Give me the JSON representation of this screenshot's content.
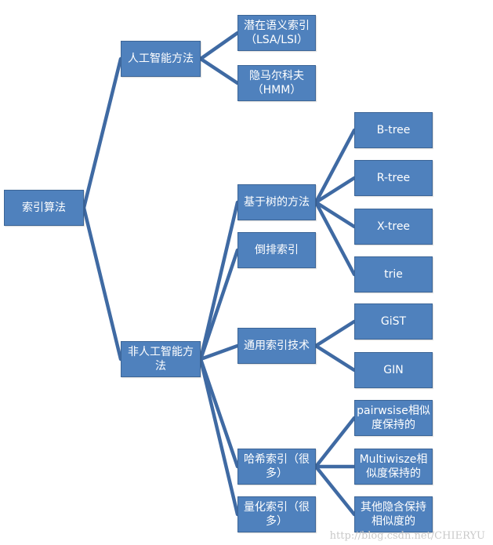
{
  "tree": {
    "root": "索引算法",
    "ai": {
      "label": "人工智能方法",
      "children": [
        "潜在语义索引\n（LSA/LSI）",
        "隐马尔科夫\n（HMM）"
      ]
    },
    "nonai": {
      "label": "非人工智能方\n法",
      "tree_based": {
        "label": "基于树的方法",
        "children": [
          "B-tree",
          "R-tree",
          "X-tree",
          "trie"
        ]
      },
      "inverted": "倒排索引",
      "general": {
        "label": "通用索引技术",
        "children": [
          "GiST",
          "GIN"
        ]
      },
      "hash": {
        "label": "哈希索引（很\n多）",
        "children": [
          "pairwsise相似\n度保持的",
          "Multiwisze相\n似度保持的",
          "其他隐含保持\n相似度的"
        ]
      },
      "quant": "量化索引（很\n多）"
    }
  },
  "watermark": "http://blog.csdn.net/CHIERYU",
  "colors": {
    "node_fill": "#4f81bd",
    "connector": "#3f6aa3",
    "text": "#ffffff"
  }
}
